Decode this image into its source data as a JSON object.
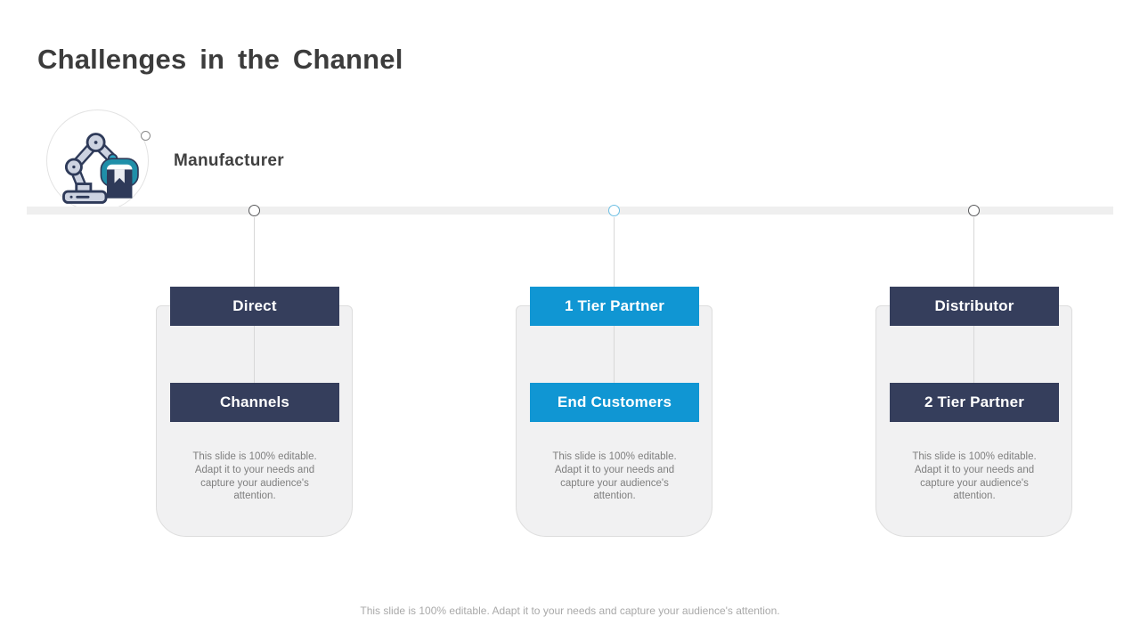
{
  "title": "Challenges in the Channel",
  "manufacturer": {
    "label": "Manufacturer",
    "icon": "robot-arm-manufacturing-icon"
  },
  "columns": [
    {
      "top_label": "Direct",
      "bottom_label": "Channels",
      "body": "This slide is 100% editable. Adapt it to your needs and capture your audience's attention.",
      "accent": "#353e5c",
      "node_color": "#58595b"
    },
    {
      "top_label": "1 Tier Partner",
      "bottom_label": "End Customers",
      "body": "This slide is 100% editable. Adapt it to your needs and capture your audience's attention.",
      "accent": "#1096d3",
      "node_color": "#6cbfe3"
    },
    {
      "top_label": "Distributor",
      "bottom_label": "2 Tier Partner",
      "body": "This slide is 100% editable. Adapt it to your needs and capture your audience's attention.",
      "accent": "#353e5c",
      "node_color": "#58595b"
    }
  ],
  "footer": "This slide is 100% editable. Adapt it to your needs and capture your audience's attention.",
  "colors": {
    "navy": "#353e5c",
    "blue": "#1096d3",
    "card_background": "#f1f1f2",
    "timeline_bar": "#efefef",
    "icon_gray": "#cdd3e1",
    "icon_navy": "#2e3a59",
    "icon_teal": "#1f8fa9"
  }
}
